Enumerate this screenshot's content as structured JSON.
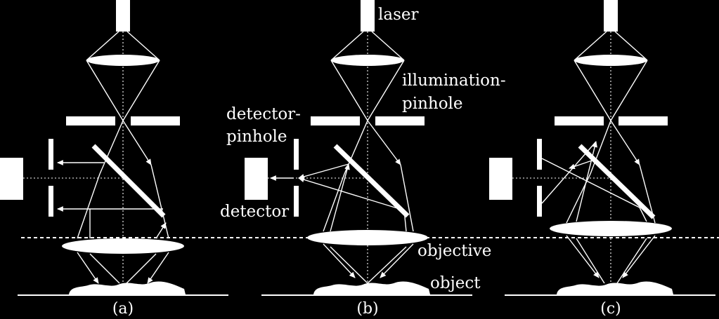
{
  "diagram": {
    "panels": [
      {
        "caption": "(a)"
      },
      {
        "caption": "(b)"
      },
      {
        "caption": "(c)"
      }
    ],
    "labels": {
      "laser": "laser",
      "illumination_pinhole_1": "illumination-",
      "illumination_pinhole_2": "pinhole",
      "detector_pinhole_1": "detector-",
      "detector_pinhole_2": "pinhole",
      "detector": "detector",
      "objective": "objective",
      "object": "object"
    },
    "colors": {
      "background": "#000000",
      "foreground": "#ffffff"
    }
  }
}
